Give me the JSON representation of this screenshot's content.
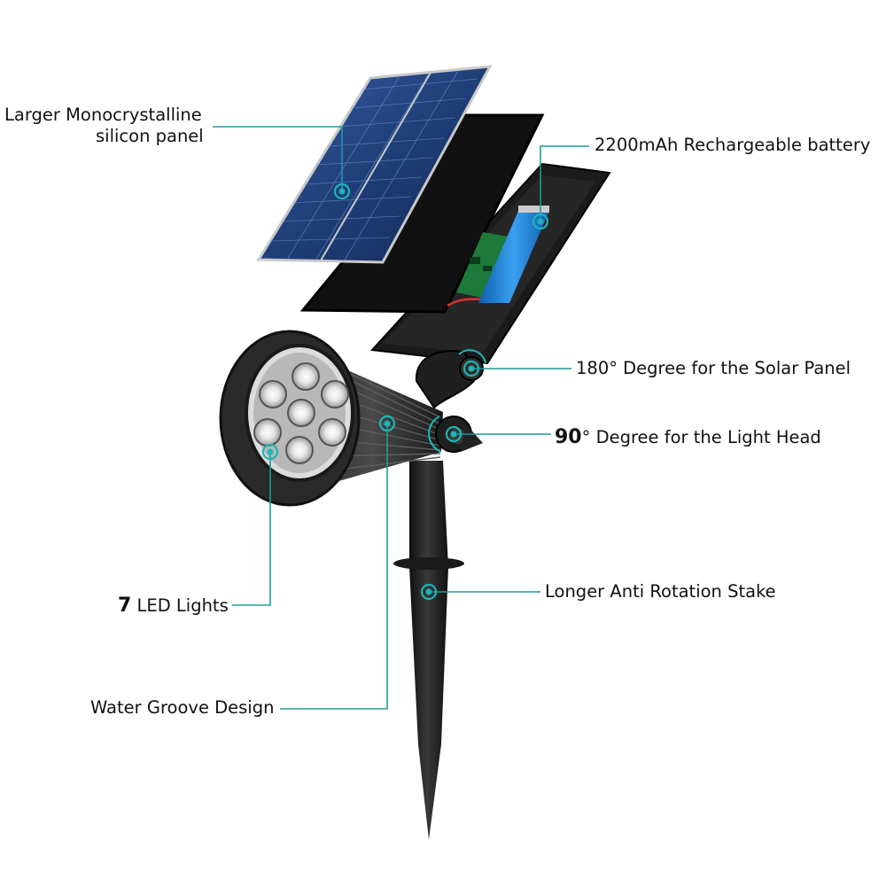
{
  "callouts": {
    "panel": {
      "line1": "Larger Monocrystalline",
      "line2": "silicon panel"
    },
    "battery": {
      "text": "2200mAh Rechargeable battery"
    },
    "solar_angle": {
      "text": "180° Degree for the Solar Panel"
    },
    "head_angle": {
      "number": "90",
      "text": "° Degree for the Light Head"
    },
    "leds": {
      "number": "7",
      "text": " LED Lights"
    },
    "stake": {
      "text": "Longer Anti Rotation Stake"
    },
    "groove": {
      "text": "Water Groove Design"
    }
  },
  "colors": {
    "accent": "#1fb5b5",
    "leader": "#1d9a9a",
    "solar_cell": "#1f3f78",
    "body": "#1c1c1c",
    "battery": "#1a7fd6"
  }
}
